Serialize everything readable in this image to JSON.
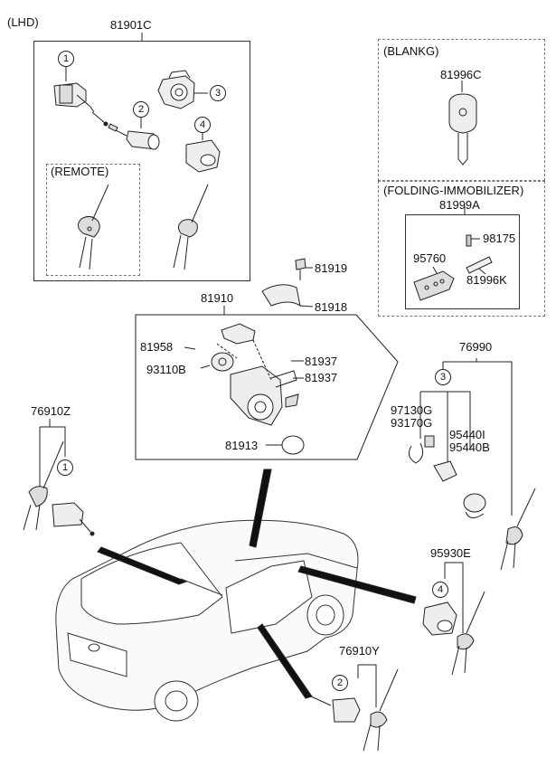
{
  "header": "(LHD)",
  "kits": {
    "main_kit": "81901C",
    "remote_title": "(REMOTE)",
    "blank_title": "(BLANKG)",
    "blank_key": "81996C",
    "folding_title": "(FOLDING-IMMOBILIZER)",
    "folding_key": "81999A"
  },
  "parts": {
    "p98175": "98175",
    "p95760": "95760",
    "p81996K": "81996K",
    "p81919": "81919",
    "p81918": "81918",
    "p81910": "81910",
    "p81958": "81958",
    "p93110B": "93110B",
    "p81937a": "81937",
    "p81937b": "81937",
    "p81913": "81913",
    "p76990": "76990",
    "p97130G": "97130G",
    "p93170G": "93170G",
    "p95440I": "95440I",
    "p95440B": "95440B",
    "p76910Z": "76910Z",
    "p95930E": "95930E",
    "p76910Y": "76910Y"
  },
  "callouts": {
    "c1": "1",
    "c2": "2",
    "c3": "3",
    "c4": "4",
    "c1_left": "1",
    "c3_right": "3",
    "c4_right": "4",
    "c2_bottom": "2"
  }
}
